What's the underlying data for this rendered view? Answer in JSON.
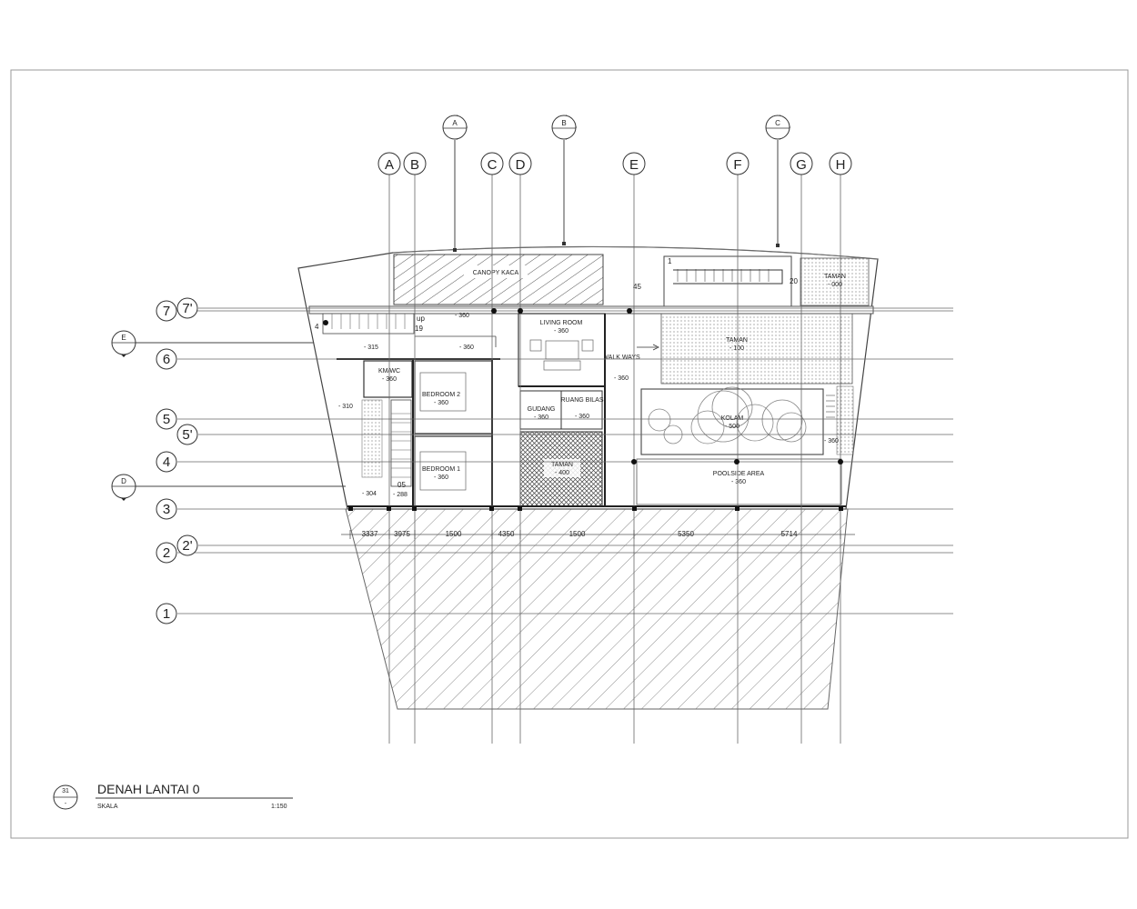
{
  "drawing": {
    "title": "DENAH LANTAI 0",
    "scale_label": "SKALA",
    "scale_value": "1:150",
    "sheet_number": "31",
    "sheet_sub": "-"
  },
  "grid": {
    "columns": [
      "A",
      "B",
      "C",
      "D",
      "E",
      "F",
      "G",
      "H"
    ],
    "rows": [
      "7",
      "7'",
      "6",
      "5",
      "5'",
      "4",
      "3",
      "2'",
      "2",
      "1"
    ]
  },
  "section_markers": [
    "A",
    "B",
    "C",
    "D",
    "E"
  ],
  "dimensions": [
    "3337",
    "3975",
    "1500",
    "4350",
    "1500",
    "5350",
    "5714"
  ],
  "rooms": {
    "living_room": {
      "name": "LIVING ROOM",
      "level": "- 360"
    },
    "walk_ways": {
      "name": "WALK WAYS",
      "level": "- 360"
    },
    "bedroom2": {
      "name": "BEDROOM 2",
      "level": "- 360"
    },
    "bedroom1": {
      "name": "BEDROOM 1",
      "level": "- 360"
    },
    "gudang": {
      "name": "GUDANG",
      "level": "- 360"
    },
    "ruang_bilas": {
      "name": "RUANG BILAS",
      "level": "- 360"
    },
    "taman_lower": {
      "name": "TAMAN",
      "level": "- 400"
    },
    "taman_upper": {
      "name": "TAMAN",
      "level": "- 100"
    },
    "taman_corner": {
      "name": "TAMAN",
      "level": "- 000"
    },
    "kolam": {
      "name": "KOLAM",
      "level": "- 500"
    },
    "poolside": {
      "name": "POOLSIDE AREA",
      "level": "- 360"
    },
    "kamar_mandi": {
      "name": "KM/WC",
      "level": "- 360"
    },
    "canopy": {
      "name": "CANOPY KACA"
    }
  },
  "levels": {
    "corridor_top": "- 360",
    "corridor_mid": "- 360",
    "stair_landing": "- 315",
    "west_strip": "- 310",
    "sw_corner": "- 304",
    "stair_bottom": "- 288",
    "pool_east": "- 360"
  },
  "stair_marks": {
    "up": "up",
    "s19": "19",
    "s1": "1",
    "s4": "4",
    "s20": "20",
    "s45": "45",
    "s05": "05"
  }
}
